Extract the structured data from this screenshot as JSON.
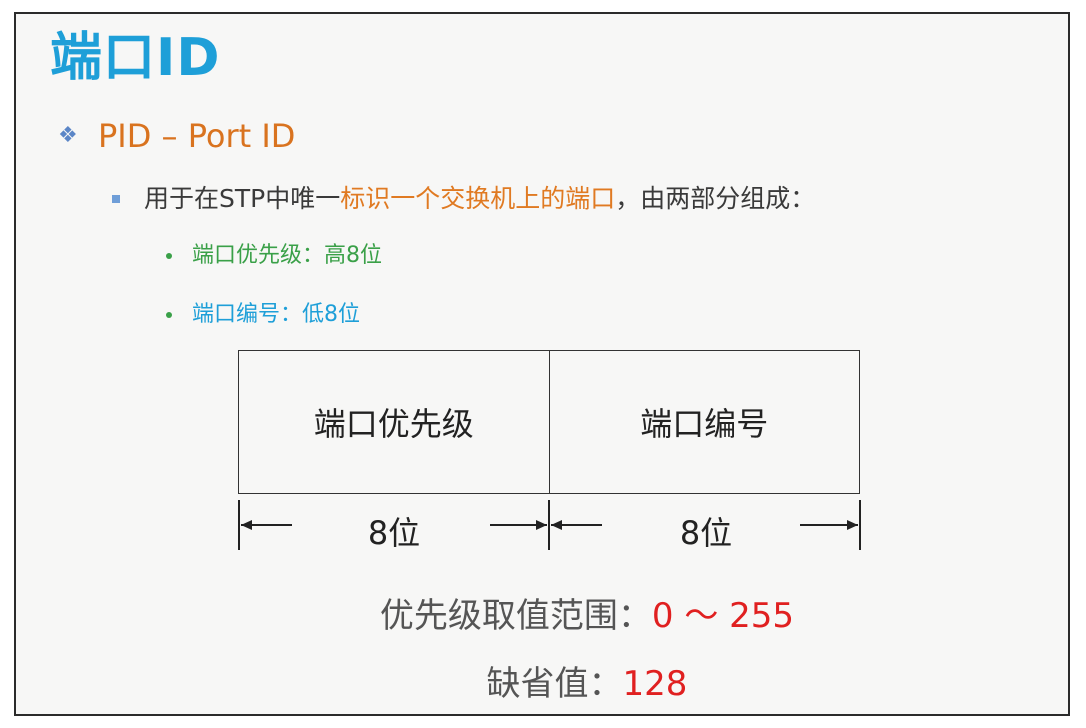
{
  "title": "端口ID",
  "level1": {
    "bullet_icon": "diamond-cluster-icon",
    "text": "PID – Port ID"
  },
  "level2": {
    "prefix": "用于在STP中唯一",
    "highlight": "标识一个交换机上的端口",
    "suffix": "，由两部分组成："
  },
  "level3": [
    {
      "text": "端口优先级：高8位",
      "color": "#3aa048"
    },
    {
      "text": "端口编号：低8位",
      "color": "#1e9fd8"
    }
  ],
  "diagram": {
    "cells": [
      "端口优先级",
      "端口编号"
    ],
    "bit_labels": [
      "8位",
      "8位"
    ]
  },
  "range": {
    "label": "优先级取值范围：",
    "value": "0 ～ 255"
  },
  "default": {
    "label": "缺省值：",
    "value": "128"
  }
}
